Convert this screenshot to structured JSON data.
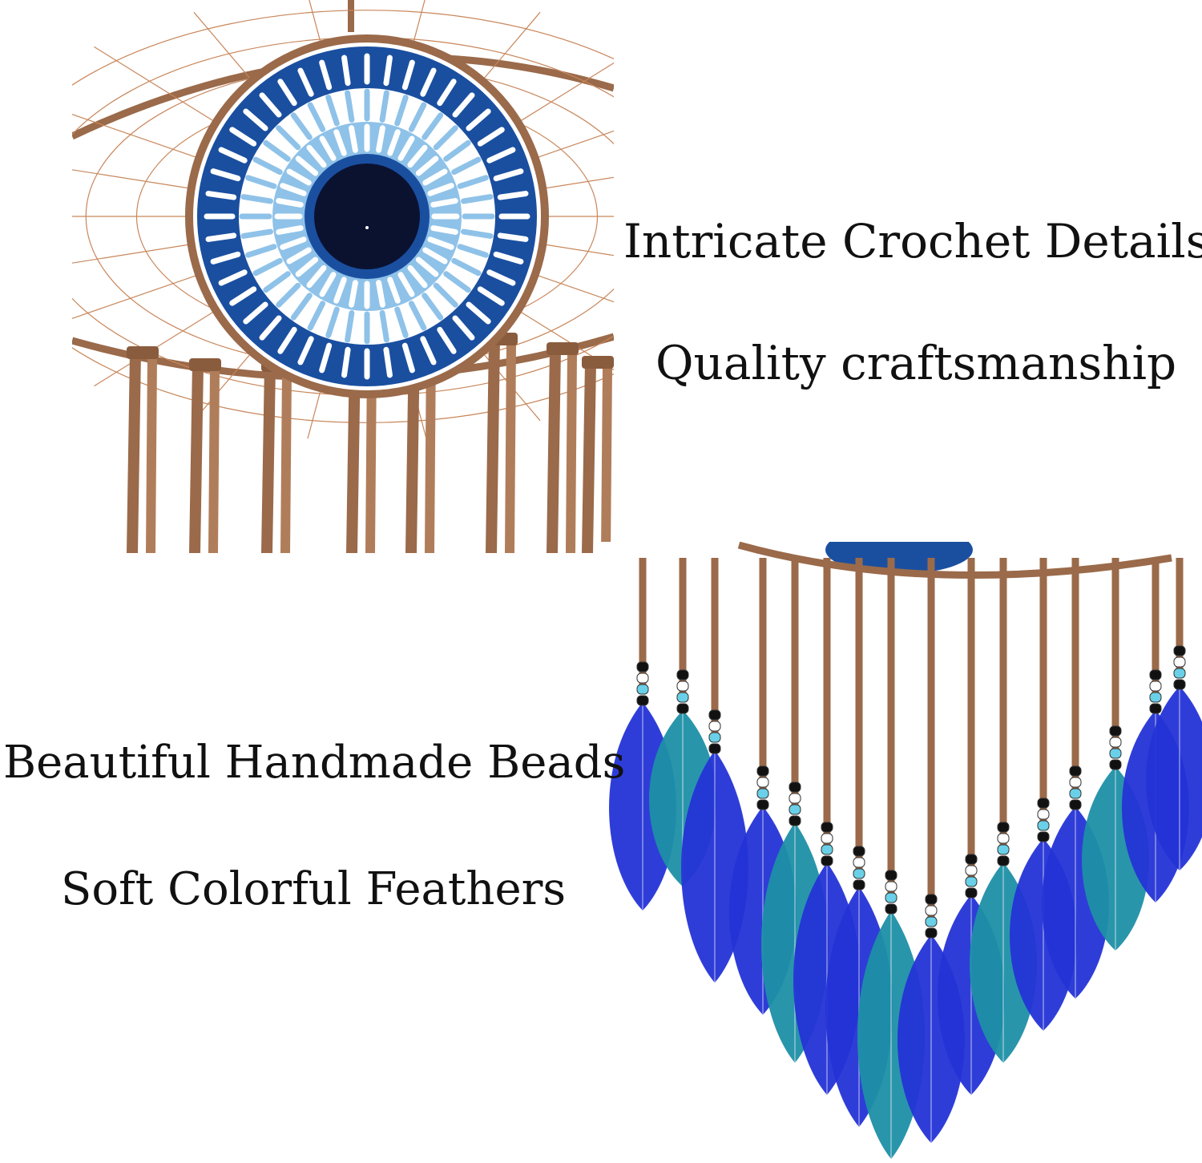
{
  "captions": {
    "crochet": "Intricate Crochet Details",
    "quality": "Quality craftsmanship",
    "beads": "Beautiful Handmade Beads",
    "feathers": "Soft Colorful Feathers"
  },
  "colors": {
    "suede": "#9a6a4a",
    "thread": "#c8865a",
    "royal_blue": "#1a4fa0",
    "light_blue": "#8fc2e8",
    "pupil": "#0b1230",
    "feather_blue": "#2433d6",
    "feather_teal": "#1e8fa6",
    "text": "#111111"
  },
  "icons": [
    "evil-eye-dreamcatcher-image",
    "feathers-beads-image"
  ]
}
